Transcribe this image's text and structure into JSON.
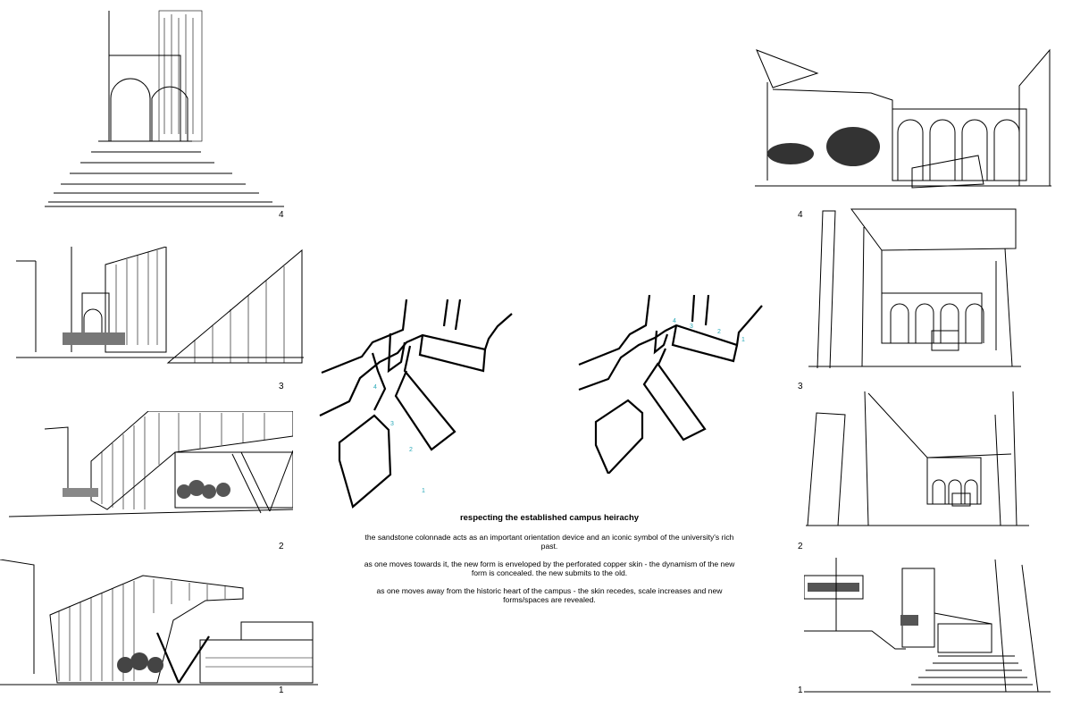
{
  "left_views": [
    {
      "number": "4"
    },
    {
      "number": "3"
    },
    {
      "number": "2"
    },
    {
      "number": "1"
    }
  ],
  "right_views": [
    {
      "number": "4"
    },
    {
      "number": "3"
    },
    {
      "number": "2"
    },
    {
      "number": "1"
    }
  ],
  "plan_left_markers": [
    "4",
    "3",
    "2",
    "1"
  ],
  "plan_right_markers": [
    "4",
    "3",
    "2",
    "1"
  ],
  "text": {
    "heading": "respecting the established campus heirachy",
    "para1": "the sandstone colonnade acts as an important orientation device and an iconic symbol of the university's rich past.",
    "para2": "as one moves towards it, the new form is enveloped by the perforated copper skin - the dynamism of the new form is concealed. the new submits to the old.",
    "para3": "as one moves away from the historic heart of the campus - the skin recedes, scale increases and new forms/spaces are revealed."
  }
}
